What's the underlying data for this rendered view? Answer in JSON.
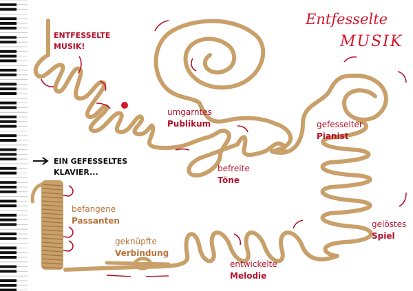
{
  "headline": {
    "line1": "ENTFESSELTE",
    "line2": "MUSIK!"
  },
  "intro": {
    "line1": "EIN GEFESSELTES",
    "line2": "KLAVIER..."
  },
  "logo": {
    "line1": "Entfesselte",
    "line2": "MUSIK"
  },
  "labels": [
    {
      "light": "umgarntes",
      "bold": "Publikum"
    },
    {
      "light": "befreite",
      "bold": "Töne"
    },
    {
      "light": "gefesselter",
      "bold": "Pianist"
    },
    {
      "light": "gelöstes",
      "bold": "Spiel"
    },
    {
      "light": "entwickelte",
      "bold": "Melodie"
    },
    {
      "light": "geknüpfte",
      "bold": "Verbindung"
    },
    {
      "light": "befangene",
      "bold": "Passanten"
    }
  ],
  "colors": {
    "red": "#b3132b",
    "brown": "#b8743a",
    "rope": "#c9a06a"
  }
}
